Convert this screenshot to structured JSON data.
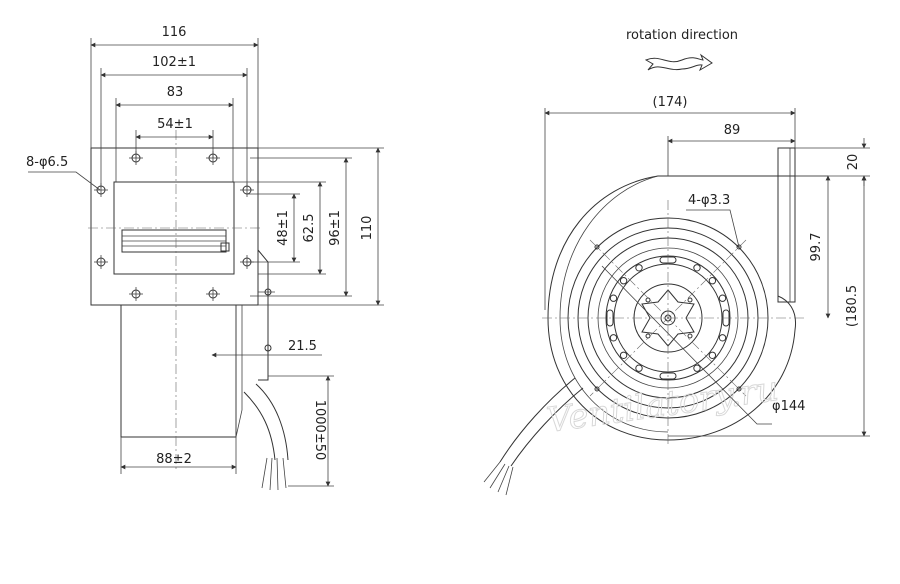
{
  "header": {
    "rotation_label": "rotation direction"
  },
  "side_view": {
    "dims": {
      "width_overall": "116",
      "hole_span_outer": "102±1",
      "inlet_width": "83",
      "hole_span_inner": "54±1",
      "holes": "8-φ6.5",
      "height_inner": "48±1",
      "height_mid": "62.5",
      "height_outer": "96±1",
      "height_total": "110",
      "cable_offset": "21.5",
      "scroll_width": "88±2",
      "cable_length": "1000±50"
    }
  },
  "front_view": {
    "dims": {
      "total_width": "(174)",
      "outlet_width": "89",
      "outlet_flange": "20",
      "holes": "4-φ3.3",
      "outlet_height": "99.7",
      "total_height": "(180.5",
      "motor_diameter": "φ144"
    }
  },
  "watermark": "Ventilatory.ru"
}
